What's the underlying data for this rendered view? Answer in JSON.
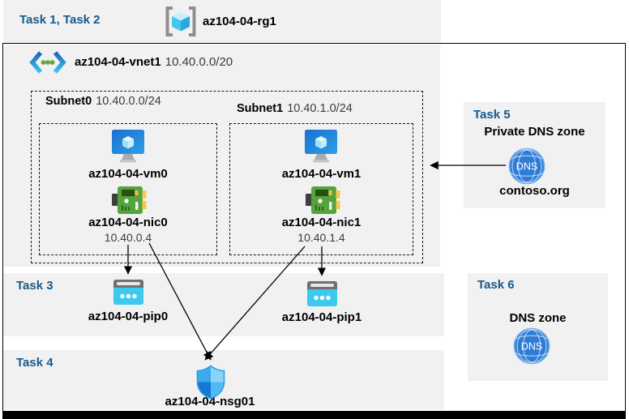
{
  "colors": {
    "accent_blue": "#175A8B",
    "panel_gray": "#F1F1F1",
    "pip_cyan": "#3CC9EE",
    "nic_green": "#55A33C",
    "dns_blue": "#2E7CD6",
    "arrow_black": "#000000"
  },
  "header": {
    "tasks_label": "Task 1, Task 2",
    "resource_group": "az104-04-rg1"
  },
  "vnet": {
    "name": "az104-04-vnet1",
    "cidr": "10.40.0.0/20"
  },
  "subnets": [
    {
      "name": "Subnet0",
      "cidr": "10.40.0.0/24",
      "vm": "az104-04-vm0",
      "nic": "az104-04-nic0",
      "nic_ip": "10.40.0.4"
    },
    {
      "name": "Subnet1",
      "cidr": "10.40.1.0/24",
      "vm": "az104-04-vm1",
      "nic": "az104-04-nic1",
      "nic_ip": "10.40.1.4"
    }
  ],
  "task3": {
    "label": "Task 3",
    "pip0": "az104-04-pip0",
    "pip1": "az104-04-pip1"
  },
  "task4": {
    "label": "Task 4",
    "nsg": "az104-04-nsg01"
  },
  "task5": {
    "label": "Task 5",
    "title": "Private DNS zone",
    "zone": "contoso.org",
    "dns_icon_text": "DNS"
  },
  "task6": {
    "label": "Task 6",
    "title": "DNS zone",
    "dns_icon_text": "DNS"
  }
}
